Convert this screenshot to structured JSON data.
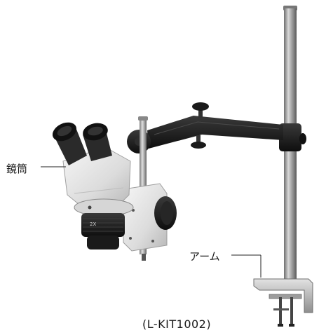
{
  "labels": {
    "body_tube": "鏡筒",
    "arm": "アーム",
    "model": "(L-KIT1002)"
  },
  "objective_mark": "2X",
  "colors": {
    "background": "#ffffff",
    "pole": "#9a9a9a",
    "arm": "#1c1c1c",
    "microscope_body": "#e6e6e6",
    "eyepiece": "#222222",
    "clamp": "#b5b5b5",
    "text": "#1a1a1a"
  }
}
